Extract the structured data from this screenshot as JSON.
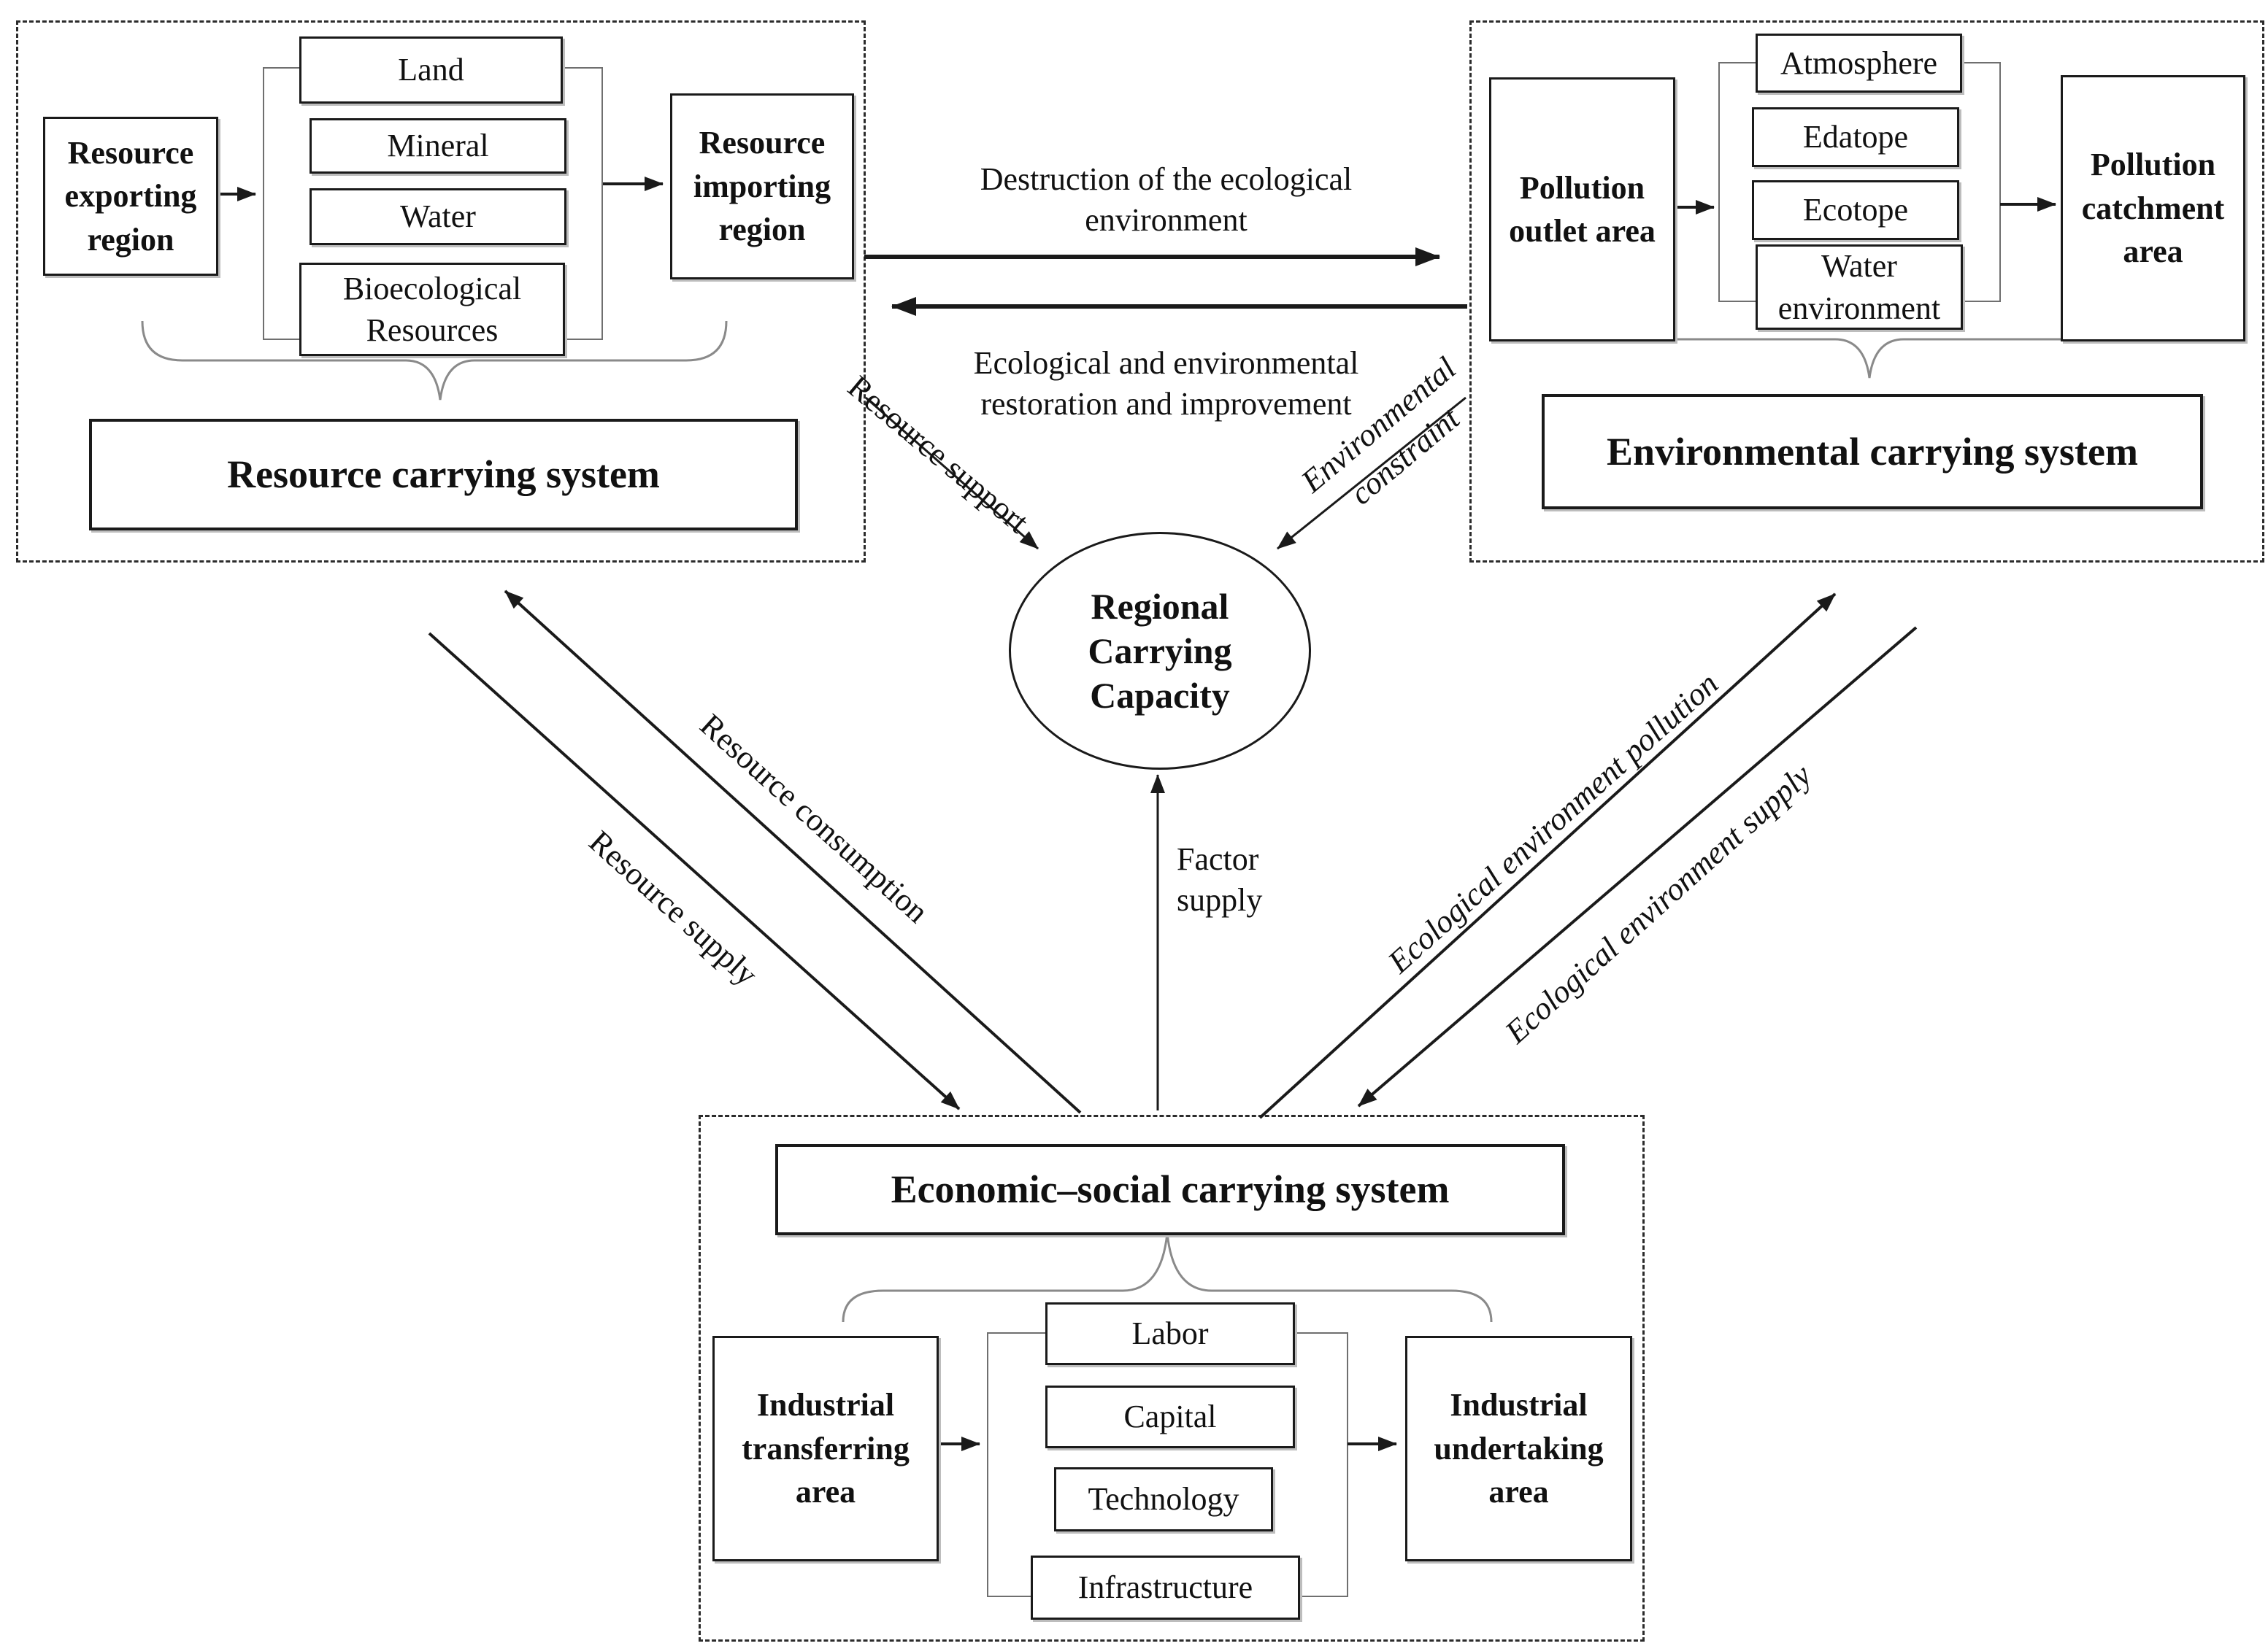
{
  "diagram": {
    "center_node": {
      "label": "Regional\nCarrying\nCapacity"
    },
    "resource_system": {
      "title": "Resource carrying system",
      "exporting_region": "Resource\nexporting\nregion",
      "importing_region": "Resource\nimporting\nregion",
      "components": [
        "Land",
        "Mineral",
        "Water",
        "Bioecological\nResources"
      ]
    },
    "environment_system": {
      "title": "Environmental carrying system",
      "outlet_area": "Pollution\noutlet area",
      "catchment_area": "Pollution\ncatchment\narea",
      "components": [
        "Atmosphere",
        "Edatope",
        "Ecotope",
        "Water\nenvironment"
      ]
    },
    "economic_system": {
      "title": "Economic–social carrying system",
      "transferring_area": "Industrial\ntransferring\narea",
      "undertaking_area": "Industrial\nundertaking\narea",
      "components": [
        "Labor",
        "Capital",
        "Technology",
        "Infrastructure"
      ]
    },
    "flows": {
      "destruction": "Destruction of the ecological\nenvironment",
      "restoration": "Ecological and environmental\nrestoration and improvement",
      "resource_support": "Resource support",
      "environmental_constraint": "Environmental\nconstraint",
      "resource_consumption": "Resource consumption",
      "resource_supply": "Resource supply",
      "factor_supply": "Factor\nsupply",
      "eco_env_pollution": "Ecological environment pollution",
      "eco_env_supply": "Ecological environment supply"
    },
    "colors": {
      "line": "#1a1a1a",
      "brace": "#8a8a8a"
    }
  }
}
